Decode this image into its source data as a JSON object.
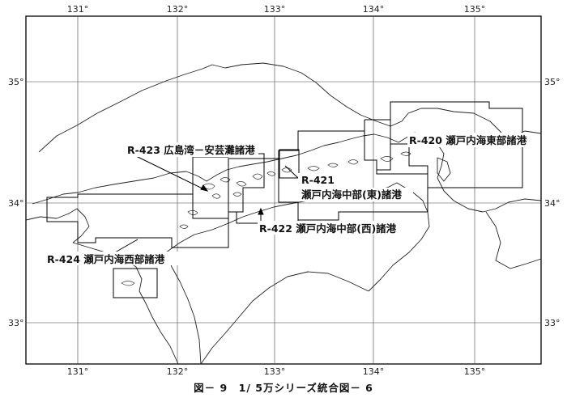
{
  "longitude_top": [
    "131°",
    "132°",
    "133°",
    "134°",
    "135°"
  ],
  "longitude_bottom": [
    "131°",
    "132°",
    "133°",
    "134°",
    "135°"
  ],
  "latitude_left": [
    "35°",
    "34°",
    "33°"
  ],
  "latitude_right": [
    "35°",
    "34°",
    "33°"
  ],
  "regions": {
    "r420": "R-420 瀬戸内海東部諸港",
    "r421_code": "R-421",
    "r421_name": "瀬戸内海中部(東)諸港",
    "r422": "R-422 瀬戸内海中部(西)諸港",
    "r423": "R-423 広島湾－安芸灘諸港",
    "r424": "R-424 瀬戸内海西部諸港"
  },
  "caption": "図－ 9　1/ 5万シリーズ統合図－ 6"
}
